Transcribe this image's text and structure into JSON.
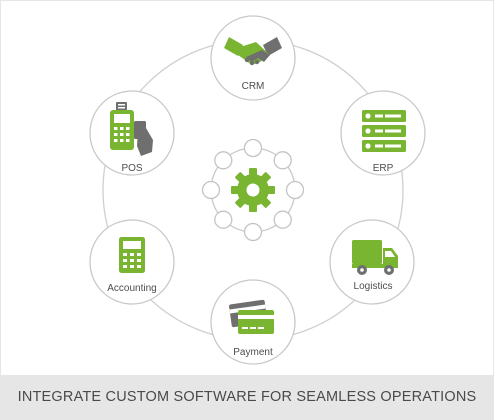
{
  "nodes": {
    "crm": "CRM",
    "erp": "ERP",
    "logistics": "Logistics",
    "payment": "Payment",
    "accounting": "Accounting",
    "pos": "POS"
  },
  "footer": {
    "caption": "INTEGRATE CUSTOM SOFTWARE FOR SEAMLESS OPERATIONS"
  },
  "colors": {
    "accent_green": "#7ab532",
    "icon_gray": "#6f6f6f",
    "ring_stroke": "#c9c9c9",
    "footer_bg": "#e6e6e6"
  },
  "icons": {
    "center": "gear-icon",
    "crm": "handshake-icon",
    "erp": "server-icon",
    "logistics": "truck-icon",
    "payment": "credit-card-icon",
    "accounting": "calculator-icon",
    "pos": "pos-terminal-icon"
  }
}
